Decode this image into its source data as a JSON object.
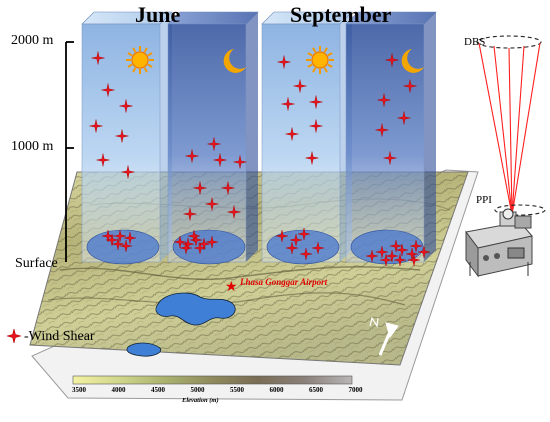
{
  "columns": [
    {
      "month": "June",
      "phase": "day",
      "icon": "sun-icon"
    },
    {
      "month": "",
      "phase": "night",
      "icon": "moon-icon"
    },
    {
      "month": "September",
      "phase": "day",
      "icon": "sun-icon"
    },
    {
      "month": "",
      "phase": "night",
      "icon": "moon-icon"
    }
  ],
  "y_axis": {
    "ticks": [
      "2000 m",
      "1000 m",
      "Surface"
    ]
  },
  "devices": {
    "dbs_label": "DBS",
    "ppi_label": "PPI",
    "lidar_icon": "lidar-icon"
  },
  "map": {
    "airport_label": "Lhasa Gonggar Airport",
    "north_arrow": "north-arrow-icon"
  },
  "legend": {
    "wind_shear_label": "-Wind Shear",
    "marker_icon": "red-star-icon",
    "marker_color": "#e8141e"
  },
  "colorbar": {
    "ticks": [
      "3500",
      "4000",
      "4500",
      "5000",
      "5500",
      "6000",
      "6500",
      "7000"
    ],
    "title": "Elevation (m)",
    "colors": [
      "#f4f2a4",
      "#cfd58a",
      "#a8b06e",
      "#8f8a5c",
      "#7a6d55",
      "#8a8079",
      "#a9a5a4"
    ]
  },
  "colors": {
    "panel_day": "#b9d6f0",
    "panel_night": "#3b5ba6",
    "ellipse": "#4a78d0",
    "radar_beam": "#ff2020"
  }
}
